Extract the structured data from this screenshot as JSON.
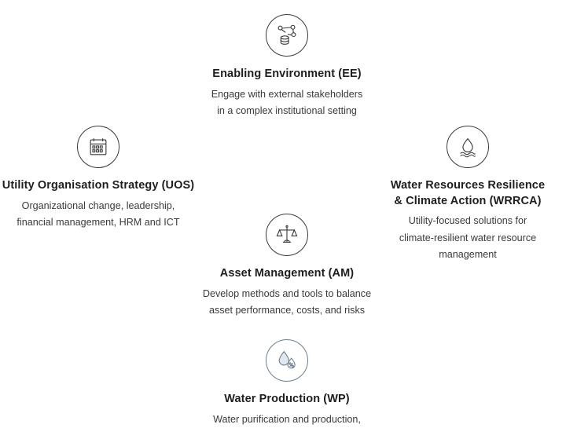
{
  "diagram": {
    "nodes": [
      {
        "id": "enabling-environment",
        "icon": "network-database-icon",
        "title": "Enabling Environment (EE)",
        "desc_lines": [
          "Engage with external stakeholders",
          "in a complex institutional setting"
        ]
      },
      {
        "id": "utility-organisation-strategy",
        "icon": "calendar-checklist-icon",
        "title": "Utility Organisation Strategy (UOS)",
        "desc_lines": [
          "Organizational change, leadership,",
          "financial management, HRM and ICT"
        ]
      },
      {
        "id": "water-resources-resilience",
        "icon": "water-drop-waves-icon",
        "title_lines": [
          "Water Resources Resilience",
          "& Climate Action (WRRCA)"
        ],
        "desc_lines": [
          "Utility-focused solutions for",
          "climate-resilient water resource",
          "management"
        ]
      },
      {
        "id": "asset-management",
        "icon": "balance-scale-icon",
        "title": "Asset Management (AM)",
        "desc_lines": [
          "Develop methods and tools to balance",
          "asset performance, costs, and risks"
        ]
      },
      {
        "id": "water-production",
        "icon": "water-drop-percent-icon",
        "title": "Water Production (WP)",
        "desc_lines": [
          "Water purification and production,"
        ]
      }
    ],
    "colors": {
      "outline": "#3b3b3b",
      "accent": "#6e7f8d",
      "title": "#1e1e1e",
      "body": "#3a3a3a",
      "background": "#ffffff"
    }
  }
}
